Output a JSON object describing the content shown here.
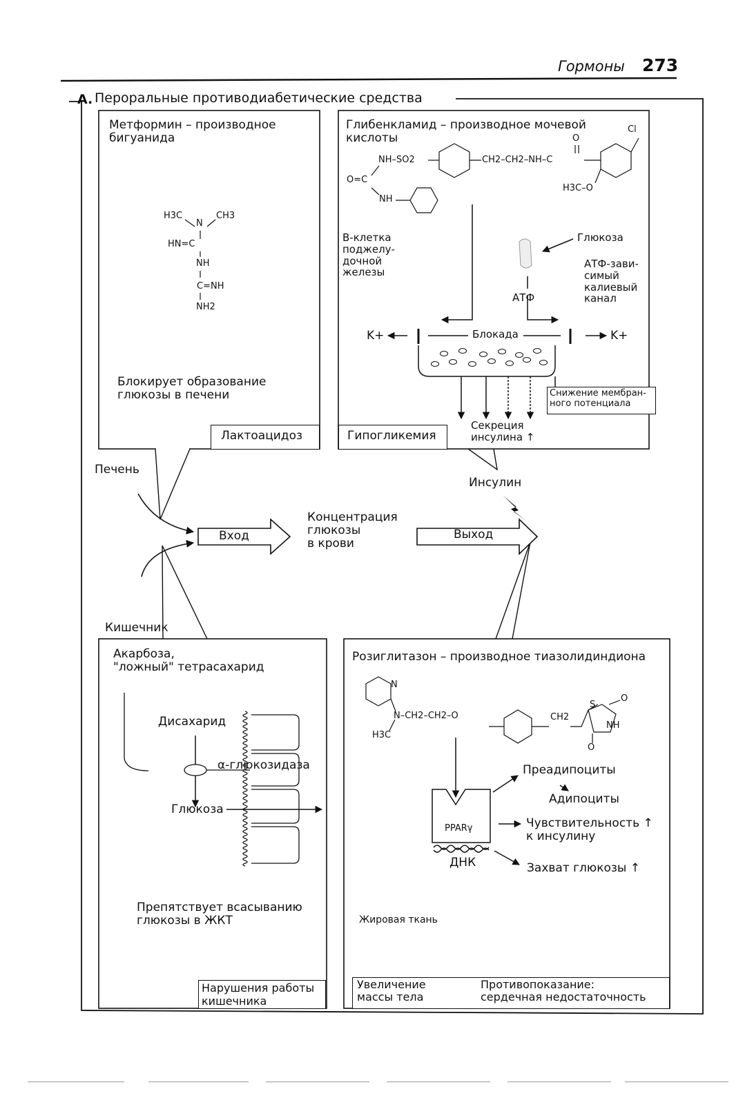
{
  "header": {
    "section": "Гормоны",
    "page_number": "273"
  },
  "figure": {
    "label": "A.",
    "title": "Пероральные противодиабетические средства"
  },
  "metformin": {
    "title": "Метформин – производное\nбигуанида",
    "formula": [
      "H3C",
      "N",
      "CH3",
      "HN=C",
      "NH",
      "C=NH",
      "NH2"
    ],
    "effect": "Блокирует образование\nглюкозы в печени",
    "side_effect": "Лактоацидоз"
  },
  "glibenclamide": {
    "title": "Глибенкламид – производное мочевой\nкислоты",
    "formula": [
      "NH–SO2",
      "CH2–CH2–NH–C",
      "O",
      "Cl",
      "O=C",
      "NH",
      "H3C–O"
    ],
    "cell_label": "B-клетка\nподжелу-\nдочной\nжелезы",
    "glucose_label": "Глюкоза",
    "channel_label": "АТФ-зави-\nсимый\nкалиевый\nканал",
    "atp_label": "АТФ",
    "k_left": "K+",
    "k_right": "K+",
    "blockade_label": "Блокада",
    "membrane_label": "Снижение мембран-\nного потенциала",
    "secretion_label": "Секреция\nинсулина ↑",
    "side_effect": "Гипогликемия"
  },
  "center": {
    "liver_label": "Печень",
    "intestine_label": "Кишечник",
    "input_label": "Вход",
    "concentration_label": "Концентрация\nглюкозы\nв крови",
    "output_label": "Выход",
    "insulin_label": "Инсулин"
  },
  "acarbose": {
    "title": "Акарбоза,\n\"ложный\" тетрасахарид",
    "disaccharide_label": "Дисахарид",
    "enzyme_label": "α-глюкозидаза",
    "glucose_label": "Глюкоза",
    "effect": "Препятствует всасыванию\nглюкозы в ЖКТ",
    "side_effect": "Нарушения работы\nкишечника"
  },
  "rosiglitazone": {
    "title": "Розиглитазон – производное тиазолидиндиона",
    "formula": [
      "N",
      "N–CH2–CH2–O",
      "CH2",
      "S",
      "O",
      "NH",
      "O",
      "H3C"
    ],
    "receptor_label": "PPARγ",
    "dna_label": "ДНК",
    "effects": [
      "Преадипоциты",
      "Адипоциты",
      "Чувствительность ↑\nк инсулину",
      "Захват глюкозы ↑"
    ],
    "tissue_label": "Жировая ткань",
    "side_effect": "Увеличение\nмассы тела",
    "contraindication": "Противопоказание:\nсердечная недостаточность"
  }
}
